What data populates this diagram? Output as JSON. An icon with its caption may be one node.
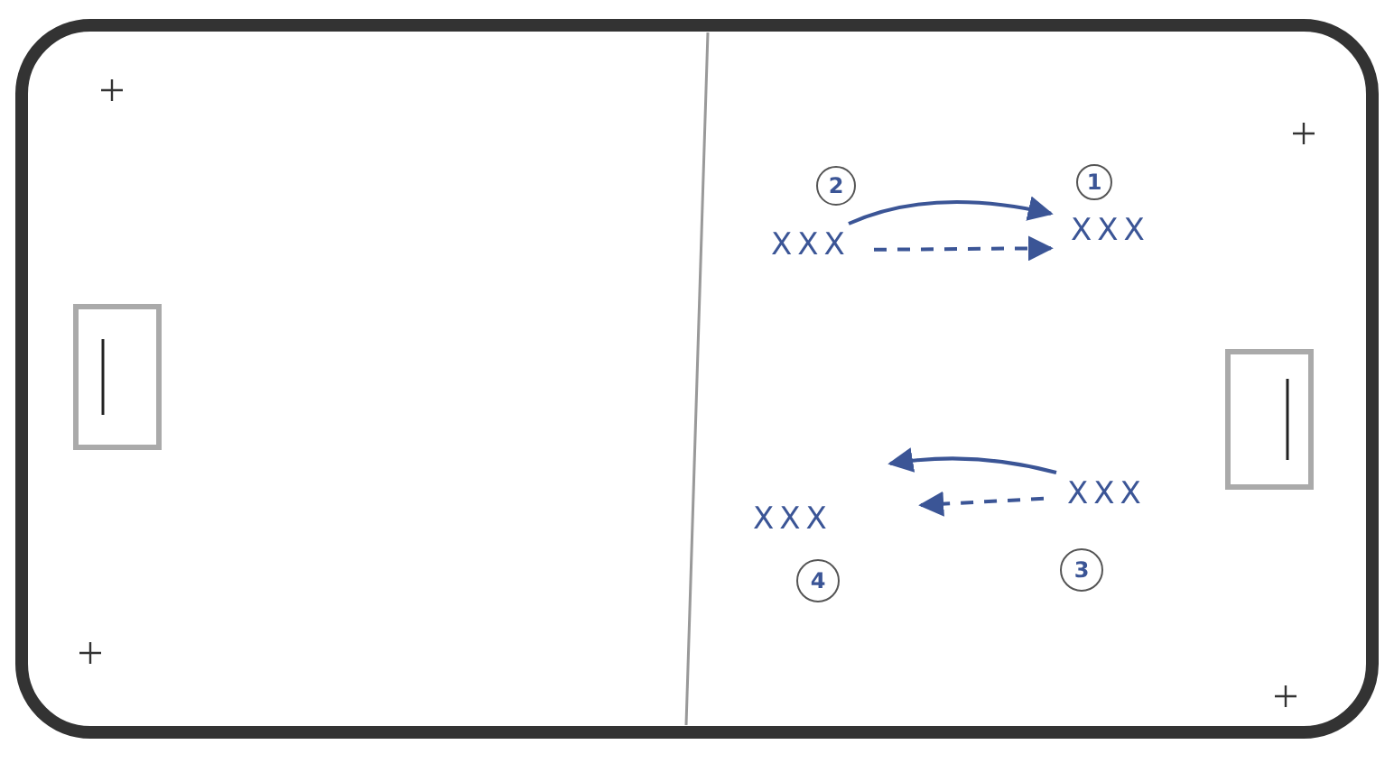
{
  "diagram": {
    "nodes": [
      {
        "text": [
          "2"
        ]
      },
      {
        "text": [
          "XXX"
        ]
      },
      {
        "text": [
          "1"
        ]
      },
      {
        "text": [
          "XXX"
        ]
      },
      {
        "text": [
          "XXX"
        ]
      },
      {
        "text": [
          "3"
        ]
      },
      {
        "text": [
          "XXX"
        ]
      },
      {
        "text": [
          "4"
        ]
      }
    ],
    "edges": [
      {
        "from": 1,
        "to": 3,
        "arrow": "to"
      },
      {
        "from": 1,
        "to": 3,
        "arrow": "to",
        "style": "dashed"
      },
      {
        "from": 4,
        "to": null,
        "arrow": "to"
      },
      {
        "from": 4,
        "to": null,
        "arrow": "to",
        "style": "dashed"
      }
    ]
  }
}
